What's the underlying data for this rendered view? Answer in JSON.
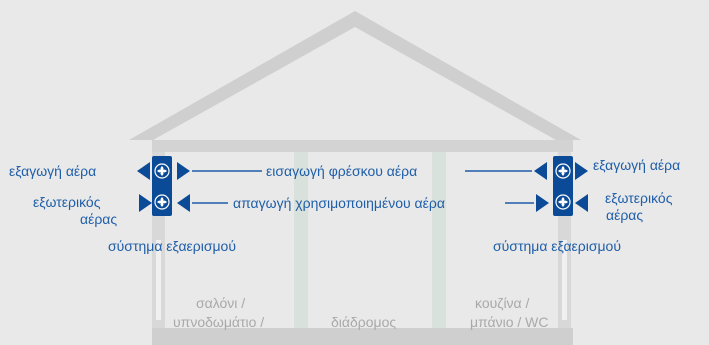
{
  "labels": {
    "left_exhaust": "εξαγωγή αέρα",
    "left_outdoor_line1": "εξωτερικός",
    "left_outdoor_line2": "αέρας",
    "left_system": "σύστημα εξαερισμού",
    "fresh_air": "εισαγωγή φρέσκου αέρα",
    "used_air": "απαγωγή χρησιμοποιημένου αέρα",
    "right_exhaust": "εξαγωγή αέρα",
    "right_outdoor_line1": "εξωτερικός",
    "right_outdoor_line2": "αέρας",
    "right_system": "σύστημα εξαερισμού"
  },
  "rooms": {
    "living_line1": "σαλόνι /",
    "living_line2": "υπνοδωμάτιο /",
    "corridor": "διάδρομος",
    "kitchen_line1": "κουζίνα /",
    "kitchen_line2": "μπάνιο / WC"
  },
  "colors": {
    "accent": "#1f5ea8",
    "unit": "#0a4a96",
    "house": "#cfcfcf",
    "background": "#e9e9e9",
    "room_text": "#a9a9a9"
  },
  "icons": [
    "fan-icon",
    "arrow-left-icon",
    "arrow-right-icon"
  ]
}
